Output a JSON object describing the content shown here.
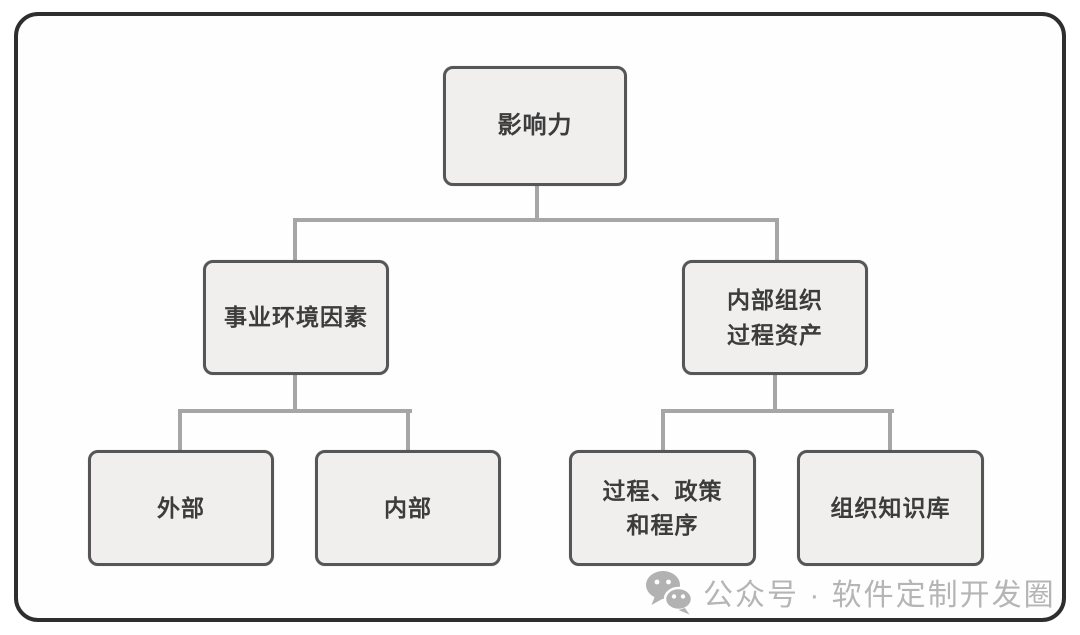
{
  "diagram": {
    "type": "tree",
    "tree": {
      "root": {
        "label": "影响力",
        "children": [
          {
            "label": "事业环境因素",
            "children": [
              {
                "label": "外部"
              },
              {
                "label": "内部"
              }
            ]
          },
          {
            "label": "内部组织\n过程资产",
            "children": [
              {
                "label": "过程、政策\n和程序"
              },
              {
                "label": "组织知识库"
              }
            ]
          }
        ]
      }
    },
    "colors": {
      "node_fill": "#f0efee",
      "node_border": "#565656",
      "node_text": "#3c3c3c",
      "connector": "#a6a6a6",
      "outer_frame_border": "#2e2e2e",
      "watermark": "#b5b5b5"
    }
  },
  "watermark": {
    "icon": "wechat-icon",
    "text": "公众号 · 软件定制开发圈"
  }
}
